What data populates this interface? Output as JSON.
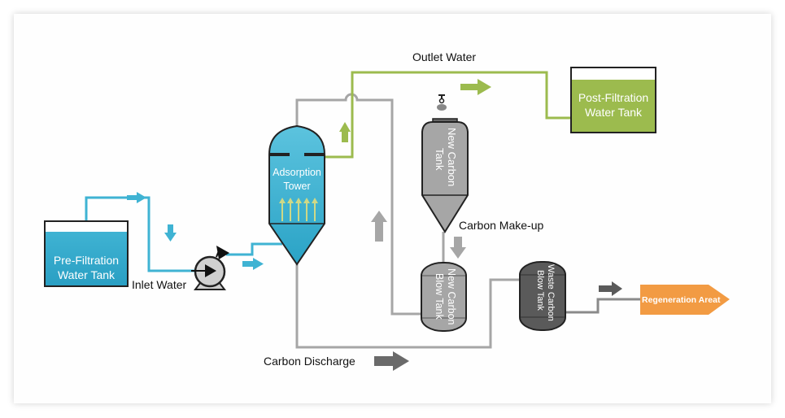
{
  "diagram": {
    "labels": {
      "outlet_water": "Outlet Water",
      "inlet_water": "Inlet Water",
      "carbon_makeup": "Carbon Make-up",
      "carbon_discharge": "Carbon Discharge"
    },
    "tanks": {
      "pre_filtration": [
        "Pre-Filtration",
        "Water Tank"
      ],
      "post_filtration": [
        "Post-Filtration",
        "Water Tank"
      ],
      "adsorption_tower": [
        "Adsorption",
        "Tower"
      ],
      "new_carbon_tank": [
        "New Carbon",
        "Tank"
      ],
      "new_carbon_blow_tank": [
        "New Carbon",
        "Blow Tank"
      ],
      "waste_carbon_blow_tank": [
        "Waste Carbon",
        "Blow Tank"
      ],
      "regeneration_area": "Regeneration Areat"
    },
    "colors": {
      "water_blue": "#3fb3d3",
      "outlet_green": "#9cbb4e",
      "carbon_gray": "#a6a6a6",
      "waste_dark": "#5a5a5a",
      "regeneration_orange": "#f29b43"
    }
  }
}
